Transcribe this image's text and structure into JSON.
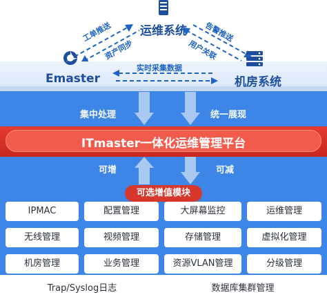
{
  "nodes": {
    "top": "运维系统",
    "left": "Emaster",
    "right": "机房系统"
  },
  "tags": {
    "left_top": "工单推送",
    "left_bottom": "资产同步",
    "right_top": "告警推送",
    "right_bottom": "用户关联",
    "middle": "实时采集数据"
  },
  "flows": {
    "down_left": "集中处理",
    "down_right": "统一展现",
    "up_left": "可增",
    "up_right": "可减"
  },
  "platform_title": "ITmaster一体化运维管理平台",
  "modules": {
    "header": "可选增值模块",
    "row1": [
      "IPMAC",
      "配置管理",
      "大屏幕监控",
      "运维管理"
    ],
    "row2": [
      "无线管理",
      "视频管理",
      "存储管理",
      "虚拟化管理"
    ],
    "row3": [
      "机房管理",
      "业务管理",
      "资源VLAN管理",
      "分级管理"
    ],
    "row4": [
      "Trap/Syslog日志",
      "数据库集群管理"
    ]
  },
  "colors": {
    "primary_blue": "#3d86e8",
    "platform_red": "#e03a30",
    "title_blue": "#1d4f9c"
  }
}
